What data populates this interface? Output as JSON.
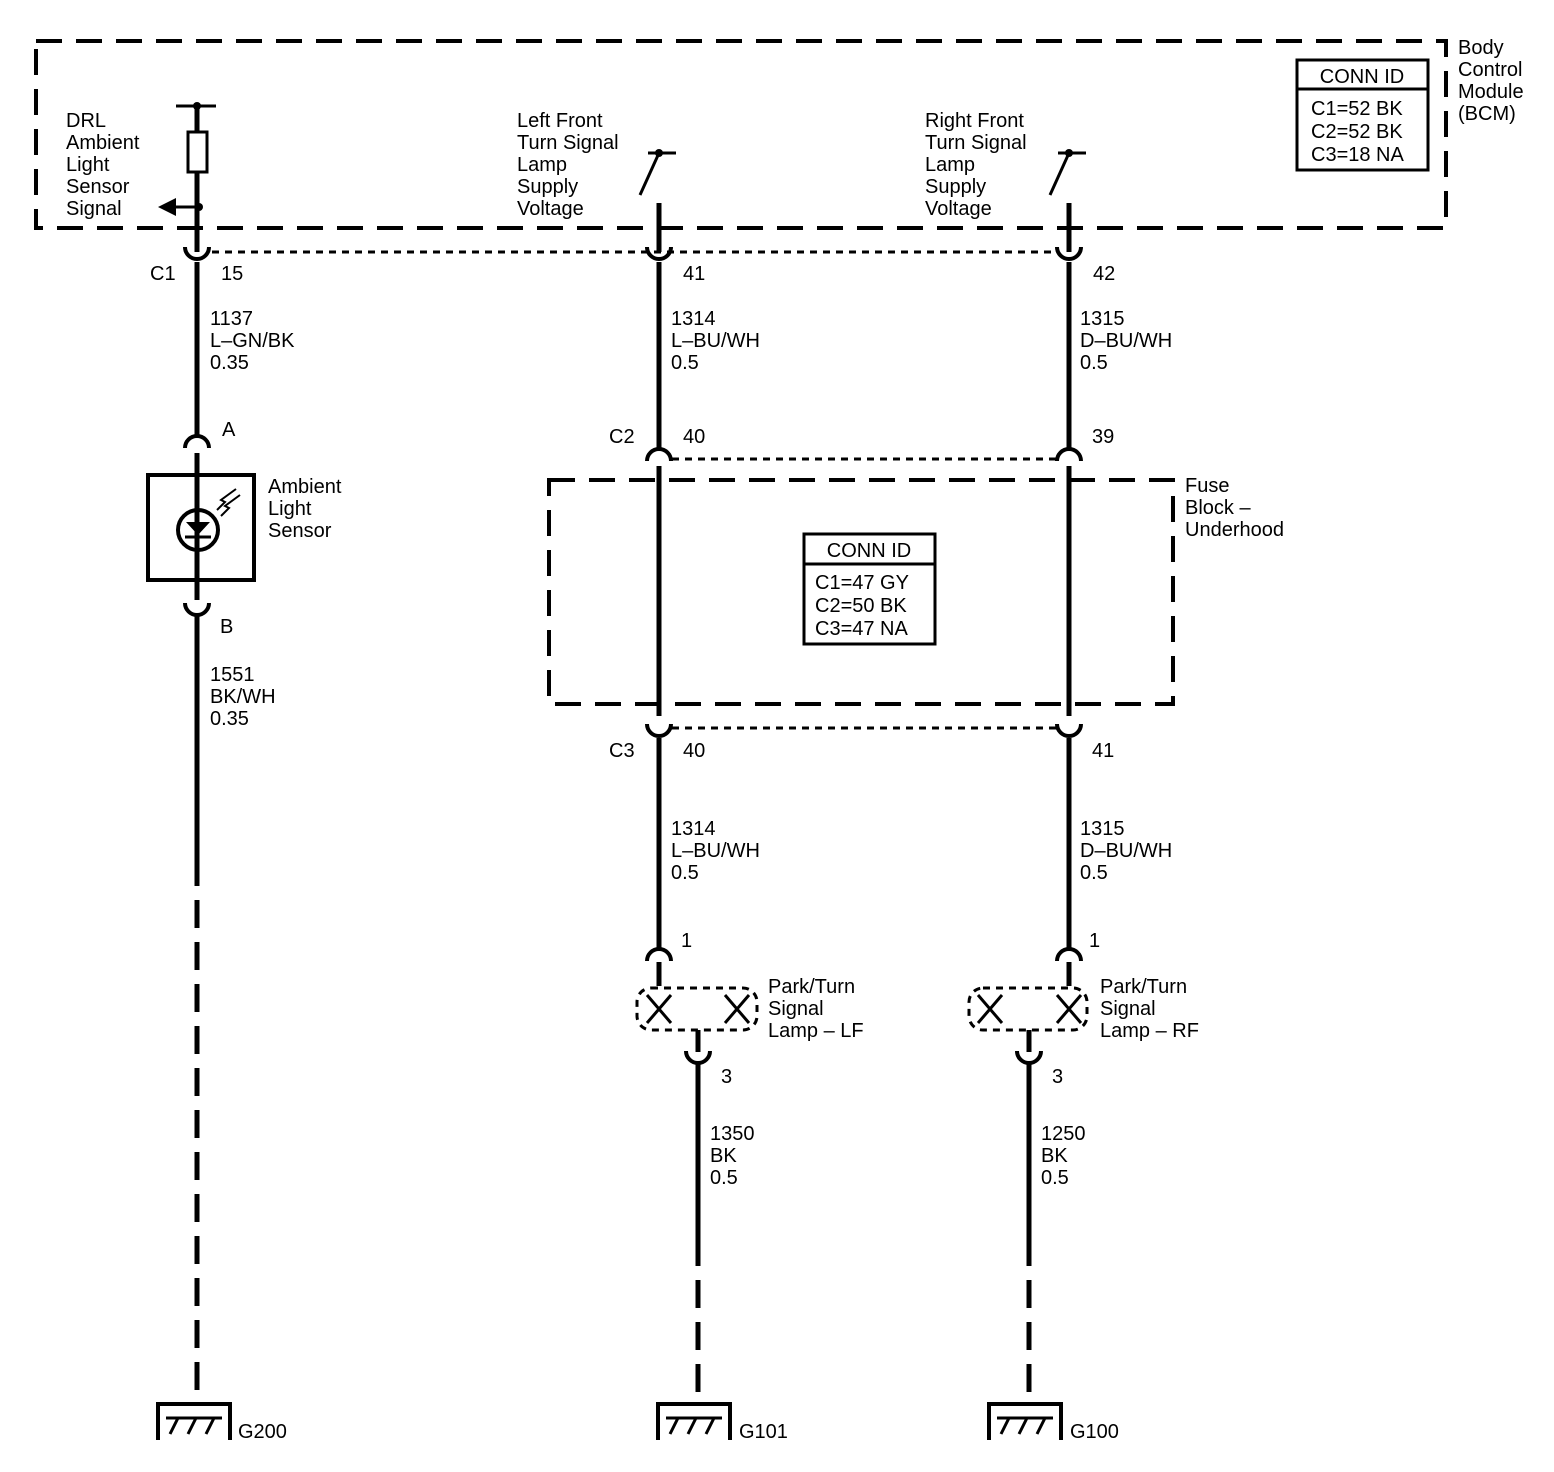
{
  "modules": {
    "bcm": {
      "label": [
        "Body",
        "Control",
        "Module",
        "(BCM)"
      ]
    },
    "fuse_block": {
      "label": [
        "Fuse",
        "Block –",
        "Underhood"
      ]
    }
  },
  "conn_tables": {
    "bcm": {
      "title": "CONN ID",
      "rows": [
        "C1=52 BK",
        "C2=52 BK",
        "C3=18 NA"
      ]
    },
    "fuse": {
      "title": "CONN ID",
      "rows": [
        "C1=47 GY",
        "C2=50 BK",
        "C3=47 NA"
      ]
    }
  },
  "signals": {
    "drl": [
      "DRL",
      "Ambient",
      "Light",
      "Sensor",
      "Signal"
    ],
    "left_front": [
      "Left Front",
      "Turn Signal",
      "Lamp",
      "Supply",
      "Voltage"
    ],
    "right_front": [
      "Right Front",
      "Turn Signal",
      "Lamp",
      "Supply",
      "Voltage"
    ]
  },
  "connectors": {
    "c1": "C1",
    "c1_pin": "15",
    "c1_pin_lf": "41",
    "c1_pin_rf": "42",
    "c2": "C2",
    "c2_pin_lf": "40",
    "c2_pin_rf": "39",
    "c3": "C3",
    "c3_pin_lf": "40",
    "c3_pin_rf": "41",
    "sensor_a": "A",
    "sensor_b": "B",
    "lamp_lf_pin1": "1",
    "lamp_lf_pin3": "3",
    "lamp_rf_pin1": "1",
    "lamp_rf_pin3": "3"
  },
  "wires": {
    "w1137": [
      "1137",
      "L–GN/BK",
      "0.35"
    ],
    "w1551": [
      "1551",
      "BK/WH",
      "0.35"
    ],
    "w1314_upper": [
      "1314",
      "L–BU/WH",
      "0.5"
    ],
    "w1315_upper": [
      "1315",
      "D–BU/WH",
      "0.5"
    ],
    "w1314_lower": [
      "1314",
      "L–BU/WH",
      "0.5"
    ],
    "w1315_lower": [
      "1315",
      "D–BU/WH",
      "0.5"
    ],
    "w1350": [
      "1350",
      "BK",
      "0.5"
    ],
    "w1250": [
      "1250",
      "BK",
      "0.5"
    ]
  },
  "components": {
    "ambient_sensor": [
      "Ambient",
      "Light",
      "Sensor"
    ],
    "lamp_lf": [
      "Park/Turn",
      "Signal",
      "Lamp – LF"
    ],
    "lamp_rf": [
      "Park/Turn",
      "Signal",
      "Lamp – RF"
    ]
  },
  "grounds": {
    "g200": "G200",
    "g101": "G101",
    "g100": "G100"
  }
}
